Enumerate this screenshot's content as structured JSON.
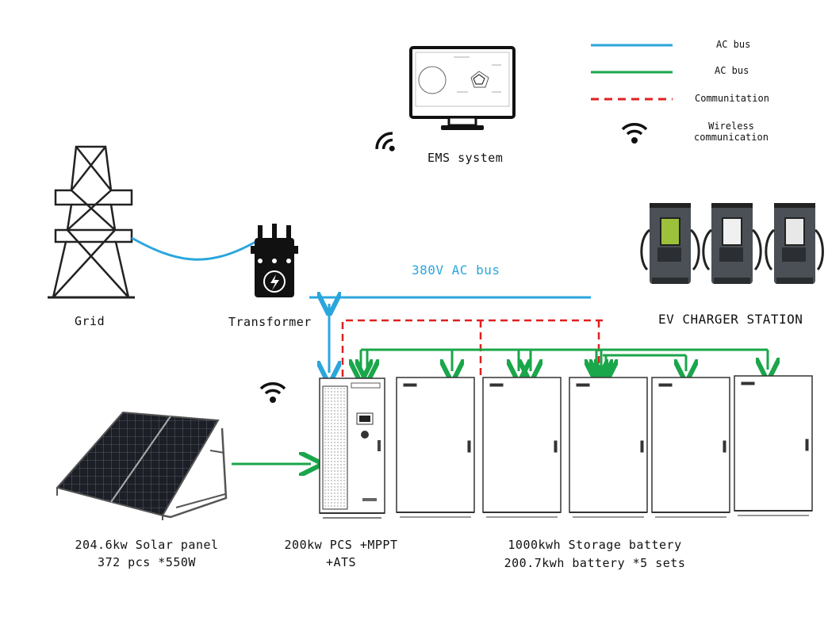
{
  "legend": {
    "items": [
      {
        "label": "AC bus",
        "color": "#2aa6dc",
        "style": "solid"
      },
      {
        "label": "AC bus",
        "color": "#1aa64a",
        "style": "solid"
      },
      {
        "label": "Communitation",
        "color": "#e02020",
        "style": "dashed"
      },
      {
        "label_line1": "Wireless",
        "label_line2": "communication",
        "icon": "wifi-icon"
      }
    ]
  },
  "ems": {
    "label": "EMS system",
    "icon": "monitor-icon"
  },
  "grid": {
    "label": "Grid",
    "icon": "power-tower-icon"
  },
  "transformer": {
    "label": "Transformer",
    "icon": "transformer-icon"
  },
  "ac_bus": {
    "label": "380V AC bus",
    "color": "#2aa6dc"
  },
  "ev": {
    "label": "EV CHARGER STATION",
    "icon": "ev-charger-icon"
  },
  "solar": {
    "line1": "204.6kw Solar panel",
    "line2": "372 pcs *550W",
    "icon": "solar-panel-icon"
  },
  "pcs": {
    "line1": "200kw PCS +MPPT",
    "line2": "+ATS",
    "icon": "pcs-cabinet-icon"
  },
  "storage": {
    "line1": "1000kwh Storage battery",
    "line2": "200.7kwh battery *5 sets",
    "icon": "battery-cabinet-icon"
  },
  "colors": {
    "blue": "#2aa6dc",
    "green": "#1aa64a",
    "red": "#e02020"
  }
}
